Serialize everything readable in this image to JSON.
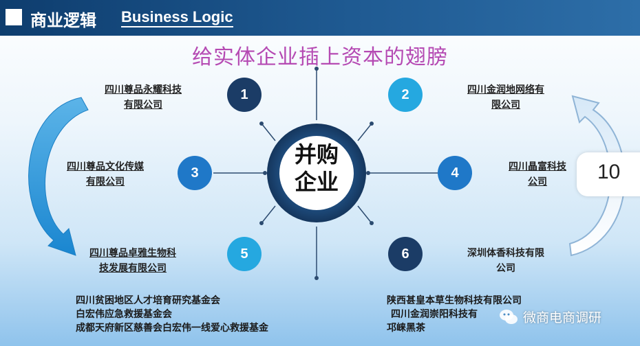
{
  "header": {
    "cn_title": "商业逻辑",
    "en_title": "Business Logic"
  },
  "subtitle": "给实体企业插上资本的翅膀",
  "center": {
    "line1": "并购",
    "line2": "企业"
  },
  "nodes": [
    {
      "num": "1",
      "line1": "四川尊品永耀科技",
      "line2": "有限公司"
    },
    {
      "num": "2",
      "line1": "四川金润地网络有",
      "line2": "限公司"
    },
    {
      "num": "3",
      "line1": "四川尊品文化传媒",
      "line2": "有限公司"
    },
    {
      "num": "4",
      "line1": "四川晶富科技",
      "line2": "公司"
    },
    {
      "num": "5",
      "line1": "四川尊品卓雅生物科",
      "line2": "技发展有限公司"
    },
    {
      "num": "6",
      "line1": "深圳体香科技有限",
      "line2": "公司"
    }
  ],
  "bottom_left": [
    "四川贫困地区人才培育研究基金会",
    "白宏伟应急救援基金会",
    "成都天府新区慈善会白宏伟一线爱心救援基金"
  ],
  "bottom_right": [
    "陕西甚皇本草生物科技有限公司",
    "四川金润崇阳科技有",
    "邛崃黑茶"
  ],
  "page_number": "10",
  "watermark": "微商电商调研",
  "colors": {
    "dark_navy": "#1b3c66",
    "mid_blue": "#1f78c8",
    "light_blue": "#25a8e0",
    "subtitle": "#b54ab3"
  }
}
